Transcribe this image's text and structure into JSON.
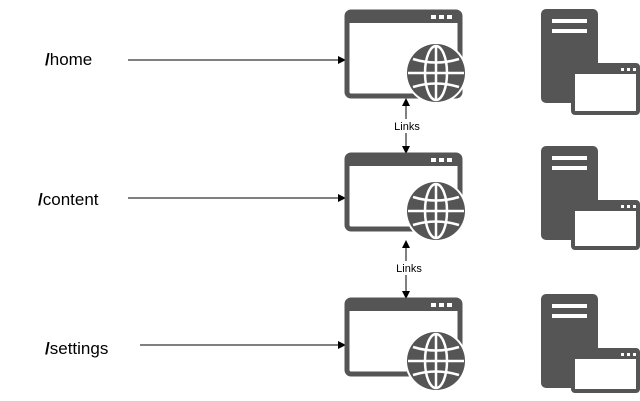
{
  "routes": [
    {
      "slash": "/",
      "name": "home"
    },
    {
      "slash": "/",
      "name": "content"
    },
    {
      "slash": "/",
      "name": "settings"
    }
  ],
  "links": [
    {
      "label": "Links"
    },
    {
      "label": "Links"
    }
  ],
  "icons": {
    "page": "browser-window-globe-icon",
    "server": "server-with-window-icon"
  },
  "colors": {
    "icon": "#555555",
    "line": "#000000",
    "background": "#ffffff"
  }
}
